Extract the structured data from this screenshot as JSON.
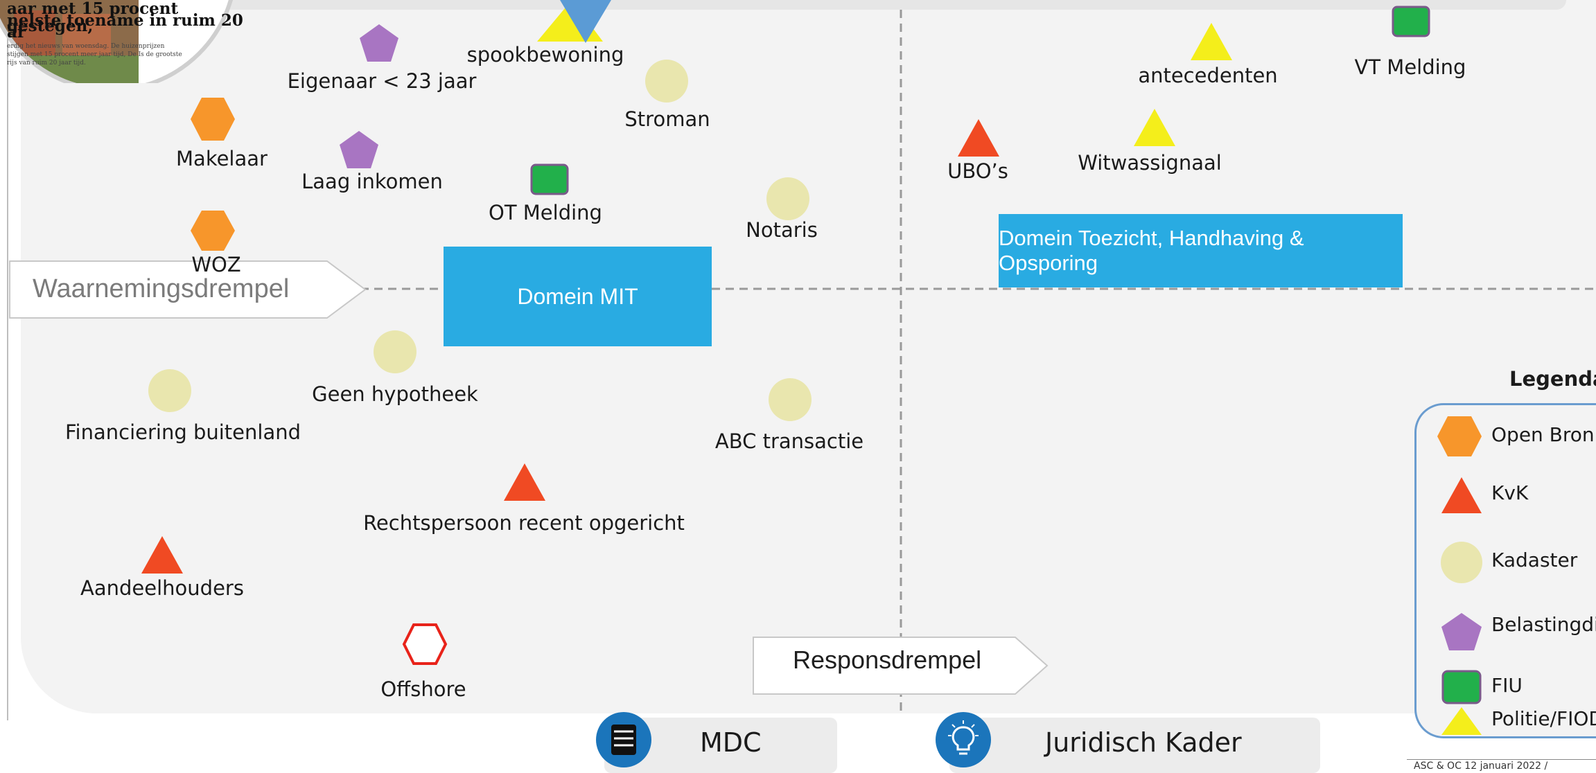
{
  "thumbnail": {
    "headline_lines": [
      "aar met 15 procent gestegen,",
      "nelste toename in ruim 20",
      "ar"
    ],
    "small_lines": [
      "erdig het nieuws van woensdag. De huizenprijzen",
      "stijgen met 15 procent meer jaar tijd, De Is de grootste",
      "rijs van ruim 20 jaar tijd."
    ]
  },
  "thresholds": {
    "waarneming": "Waarnemingsdrempel",
    "respons": "Responsdrempel"
  },
  "domains": {
    "mit": "Domein MIT",
    "toezicht": "Domein Toezicht, Handhaving & Opsporing"
  },
  "signals": [
    {
      "label": "spookbewoning"
    },
    {
      "label": "Eigenaar < 23 jaar"
    },
    {
      "label": "Stroman"
    },
    {
      "label": "Makelaar"
    },
    {
      "label": "Laag inkomen"
    },
    {
      "label": "OT Melding"
    },
    {
      "label": "Notaris"
    },
    {
      "label": "WOZ"
    },
    {
      "label": "Geen hypotheek"
    },
    {
      "label": "Financiering buitenland"
    },
    {
      "label": "ABC transactie"
    },
    {
      "label": "Rechtspersoon recent opgericht"
    },
    {
      "label": "Aandeelhouders"
    },
    {
      "label": "Offshore"
    },
    {
      "label": "antecedenten"
    },
    {
      "label": "VT Melding"
    },
    {
      "label": "UBO’s"
    },
    {
      "label": "Witwassignaal"
    }
  ],
  "legend": {
    "title": "Legenda",
    "items": [
      {
        "label": "Open Bronnen",
        "icon": "hexagon-icon",
        "color": "#f7962b"
      },
      {
        "label": "KvK",
        "icon": "triangle-icon",
        "color": "#f04a23"
      },
      {
        "label": "Kadaster",
        "icon": "circle-icon",
        "color": "#e9e6ae"
      },
      {
        "label": "Belastingdienst",
        "icon": "pentagon-icon",
        "color": "#a875c2"
      },
      {
        "label": "FIU",
        "icon": "square-icon",
        "color": "#22b04b"
      },
      {
        "label": "Politie/FIOD",
        "icon": "triangle-icon",
        "color": "#f4ee1b"
      }
    ]
  },
  "footer_buttons": {
    "mdc": "MDC",
    "juridisch": "Juridisch Kader"
  },
  "footer_note": "ASC & OC 12 januari 2022 /"
}
